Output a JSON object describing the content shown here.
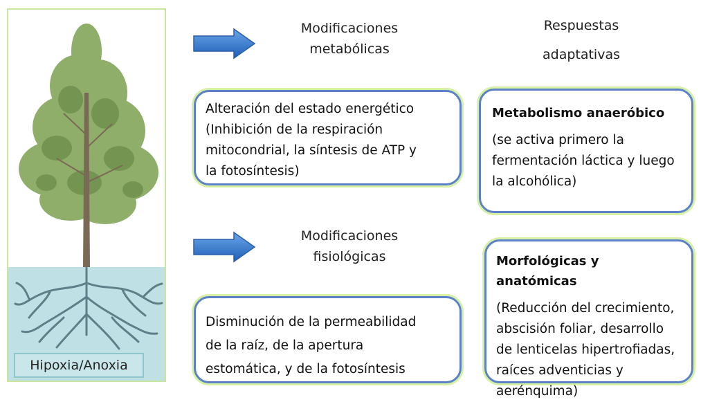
{
  "image_label": "Hipoxia/Anoxia",
  "columns": {
    "metabolic_heading": "Modificaciones\nmetabólicas",
    "responses_heading_line1": "Respuestas",
    "responses_heading_line2": "adaptativas",
    "physiological_heading": "Modificaciones\nfisiológicas"
  },
  "boxes": {
    "energy": {
      "line1": "Alteración del estado energético",
      "line2": "(Inhibición de la respiración",
      "line3": "mitocondrial, la síntesis de ATP y",
      "line4": "la fotosíntesis)"
    },
    "anaerobic": {
      "title": "Metabolismo anaeróbico",
      "line1": "(se activa primero la",
      "line2": "fermentación láctica y luego",
      "line3": "la alcohólica)"
    },
    "permeability": {
      "line1": "Disminución de la permeabilidad",
      "line2": "de la raíz, de la apertura",
      "line3": "estomática, y de la fotosíntesis"
    },
    "morphological": {
      "title": "Morfológicas y anatómicas",
      "line1": "(Reducción del crecimiento,",
      "line2": "abscisión foliar, desarrollo",
      "line3": "de lenticelas hipertrofiadas,",
      "line4": "raíces adventicias y",
      "line5": "aerénquima)"
    }
  },
  "colors": {
    "arrow": "#2f6fc6",
    "box_border": "#5c81c8",
    "box_glow": "#d6f1a6",
    "soil": "#bfe0e4"
  }
}
